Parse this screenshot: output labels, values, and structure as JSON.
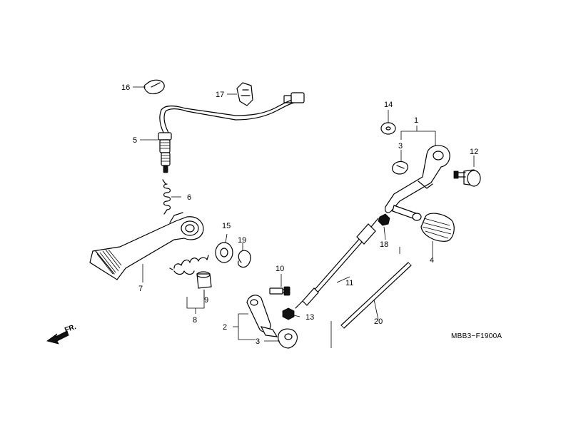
{
  "diagram": {
    "reference_code": "MBB3−F1900A",
    "front_arrow_label": "FR.",
    "callouts": {
      "c1": "1",
      "c2": "2",
      "c3a": "3",
      "c3b": "3",
      "c4": "4",
      "c5": "5",
      "c6": "6",
      "c7": "7",
      "c8": "8",
      "c9": "9",
      "c10": "10",
      "c11": "11",
      "c12": "12",
      "c13": "13",
      "c14": "14",
      "c15": "15",
      "c16": "16",
      "c17": "17",
      "c18": "18",
      "c19": "19",
      "c20": "20"
    }
  }
}
